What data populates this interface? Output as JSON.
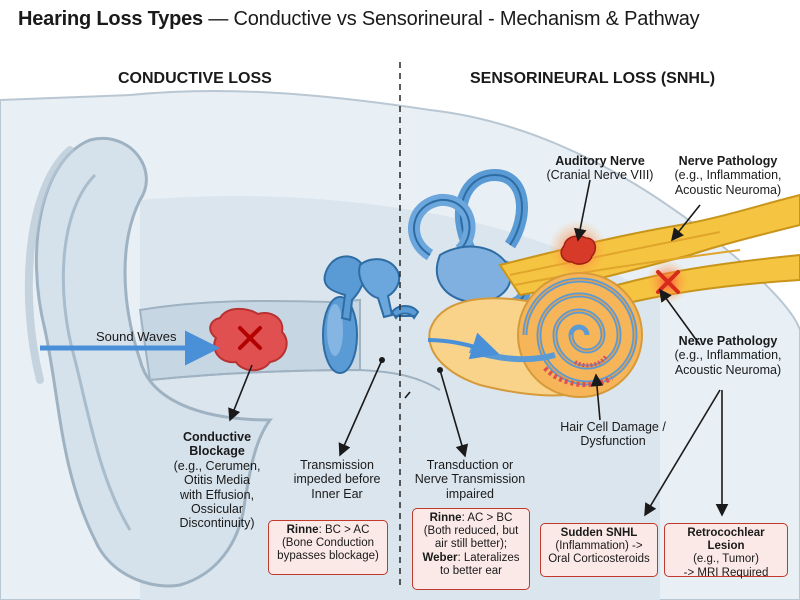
{
  "title": {
    "bold": "Hearing Loss Types",
    "rest": "— Conductive vs Sensorineural - Mechanism & Pathway"
  },
  "sections": {
    "left": "CONDUCTIVE LOSS",
    "right": "SENSORINEURAL LOSS (SNHL)"
  },
  "labels": {
    "sound_waves": "Sound Waves",
    "conductive_blockage_title": "Conductive Blockage",
    "conductive_blockage_l1": "(e.g., Cerumen,",
    "conductive_blockage_l2": "Otitis Media",
    "conductive_blockage_l3": "with Effusion,",
    "conductive_blockage_l4": "Ossicular",
    "conductive_blockage_l5": "Discontinuity)",
    "transmission_l1": "Transmission",
    "transmission_l2": "impeded before",
    "transmission_l3": "Inner Ear",
    "transduction_l1": "Transduction or",
    "transduction_l2": "Nerve Transmission",
    "transduction_l3": "impaired",
    "auditory_nerve_title": "Auditory Nerve",
    "auditory_nerve_sub": "(Cranial Nerve VIII)",
    "nerve_path_top_title": "Nerve Pathology",
    "nerve_path_top_l1": "(e.g., Inflammation,",
    "nerve_path_top_l2": "Acoustic Neuroma)",
    "nerve_path_mid_title": "Nerve Pathology",
    "nerve_path_mid_l1": "(e.g., Inflammation,",
    "nerve_path_mid_l2": "Acoustic Neuroma)",
    "hair_cell_l1": "Hair Cell Damage /",
    "hair_cell_l2": "Dysfunction"
  },
  "boxes": {
    "rinne_conductive": {
      "bold": "Rinne",
      "l1": ": BC > AC",
      "l2": "(Bone Conduction",
      "l3": "bypasses blockage)"
    },
    "rinne_snhl": {
      "bold1": "Rinne",
      "l1": ": AC > BC",
      "l2": "(Both reduced, but",
      "l3": "air still better);",
      "bold2": "Weber",
      "l4": ": Lateralizes",
      "l5": "to better ear"
    },
    "sudden_snhl": {
      "bold": "Sudden SNHL",
      "l1": "(Inflammation) ->",
      "l2": "Oral Corticosteroids"
    },
    "retrocochlear": {
      "bold": "Retrocochlear Lesion",
      "l1": "(e.g., Tumor)",
      "l2": "-> MRI Required"
    }
  },
  "colors": {
    "skin": "#dfe8ef",
    "skin_dark": "#b9c7d3",
    "ossicle_blue": "#5b9bd5",
    "canal_blue": "#a9c8ea",
    "lesion_red": "#e05050",
    "nerve_yellow": "#f5c542",
    "cochlea_orange": "#f7b55a",
    "arrow_blue": "#4a90d9",
    "box_fill": "#fbe9e7",
    "box_border": "#c0392b"
  }
}
